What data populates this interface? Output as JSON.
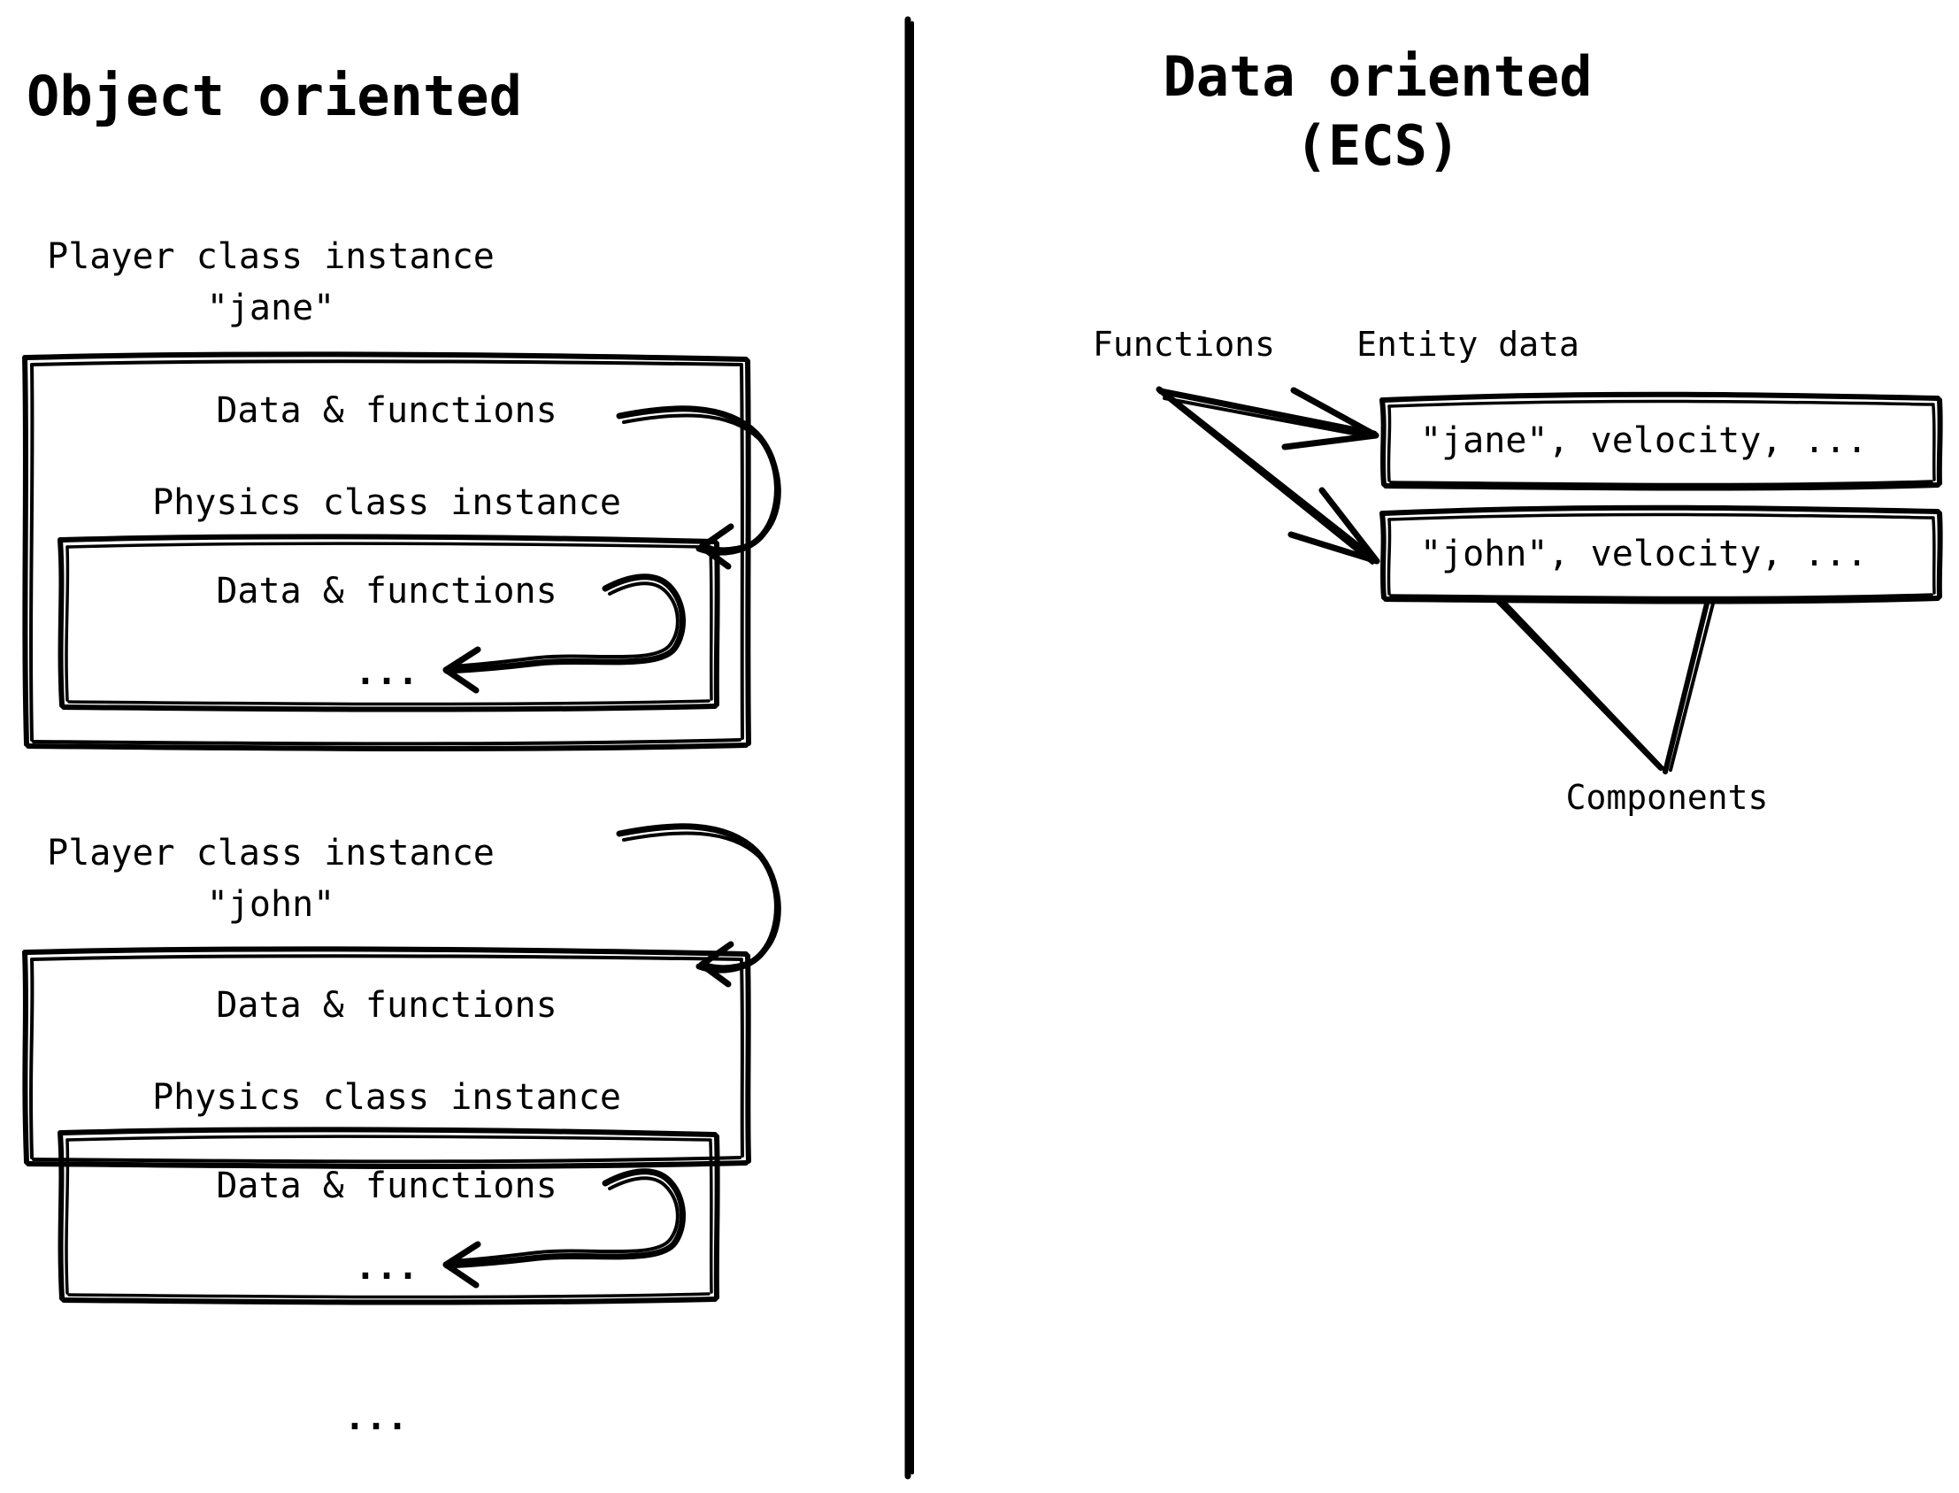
{
  "diagram": {
    "title": "Object oriented vs Data oriented (ECS) comparison",
    "divider": "vertical-divider"
  },
  "left_panel": {
    "title": "Object oriented",
    "instances": [
      {
        "header_line1": "Player class instance",
        "header_line2": "\"jane\"",
        "outer_box": {
          "label": "Data & functions",
          "inner_header": "Physics class instance",
          "inner_box": {
            "label": "Data & functions",
            "ellipsis": "..."
          }
        }
      },
      {
        "header_line1": "Player class instance",
        "header_line2": "\"john\"",
        "outer_box": {
          "label": "Data & functions",
          "inner_header": "Physics class instance",
          "inner_box": {
            "label": "Data & functions",
            "ellipsis": "..."
          }
        }
      }
    ],
    "trailing_ellipsis": "..."
  },
  "right_panel": {
    "title_line1": "Data oriented",
    "title_line2": "(ECS)",
    "labels": {
      "functions": "Functions",
      "entity_data": "Entity data",
      "components": "Components"
    },
    "entities": [
      {
        "text": "\"jane\", velocity, ..."
      },
      {
        "text": "\"john\", velocity, ..."
      }
    ]
  },
  "colors": {
    "ink": "#000000",
    "paper": "#ffffff"
  }
}
